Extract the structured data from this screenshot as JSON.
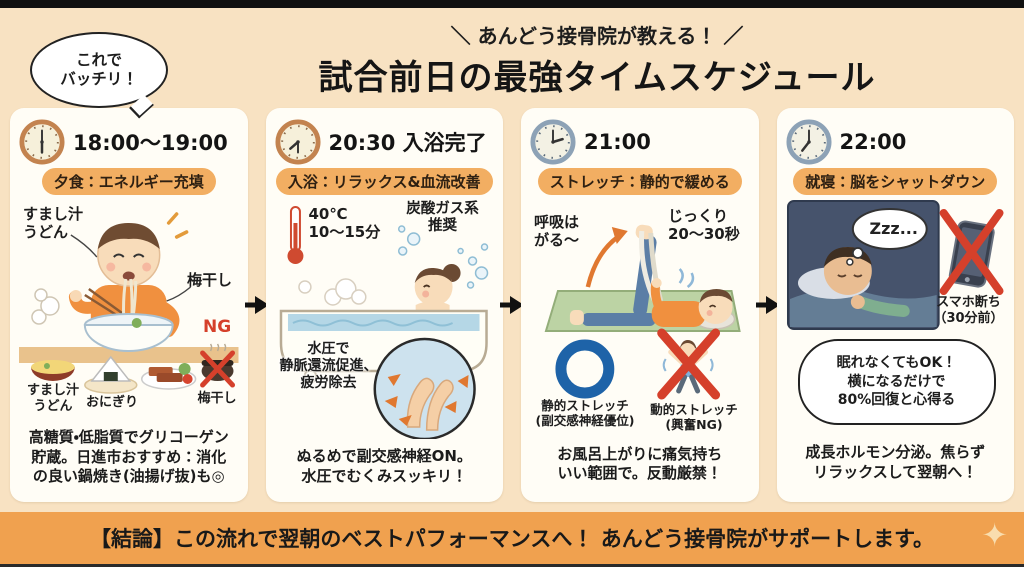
{
  "colors": {
    "background": "#f8e2c2",
    "panel": "#fffdf6",
    "badge": "#f2ae62",
    "footer": "#f0a14f",
    "ng_red": "#d5402b",
    "circle_blue": "#1e63a8",
    "night_scene": "#46536c"
  },
  "icons": {
    "clock": "clock-icon",
    "arrow_right": "arrow-right-icon",
    "sparkle": "✦"
  },
  "header": {
    "bubble": "これで\nバッチリ！",
    "tagline": "＼ あんどう接骨院が教える！ ／",
    "title": "試合前日の最強タイムスケジュール"
  },
  "panels": [
    {
      "time": "18:00〜19:00",
      "badge": "夕食：エネルギー充填",
      "label_soup_udon_top": "すまし汁\nうどん",
      "label_umeboshi": "梅干し",
      "label_ng": "NG",
      "food_soup": "すまし汁\nうどん",
      "food_onigiri": "おにぎり",
      "food_umeboshi": "梅干し",
      "caption": "高糖質・低脂質でグリコーゲン\n貯蔵。日進市おすすめ：消化\nの良い鍋焼き(油揚げ抜)も◎"
    },
    {
      "time": "20:30 入浴完了",
      "badge": "入浴：リラックス&血流改善",
      "label_temp": "40℃\n10〜15分",
      "label_carbonate": "炭酸ガス系\n推奨",
      "label_pressure": "水圧で\n静脈還流促進、\n疲労除去",
      "caption": "ぬるめで副交感神経ON。\n水圧でむくみスッキリ！"
    },
    {
      "time": "21:00",
      "badge": "ストレッチ：静的で緩める",
      "label_breath": "呼吸は\nがる〜",
      "label_duration": "じっくり\n20〜30秒",
      "label_static": "静的ストレッチ\n(副交感神経優位)",
      "label_dynamic": "動的ストレッチ\n(興奮NG)",
      "caption": "お風呂上がりに痛気持ち\nいい範囲で。反動厳禁！"
    },
    {
      "time": "22:00",
      "badge": "就寝：脳をシャットダウン",
      "label_zzz": "Zzz...",
      "label_phone": "スマホ断ち\n（30分前）",
      "label_cloud": "眠れなくてもOK！\n横になるだけで\n80%回復と心得る",
      "caption": "成長ホルモン分泌。焦らず\nリラックスして翌朝へ！"
    }
  ],
  "footer": {
    "text": "【結論】この流れで翌朝のベストパフォーマンスへ！ あんどう接骨院がサポートします。"
  }
}
